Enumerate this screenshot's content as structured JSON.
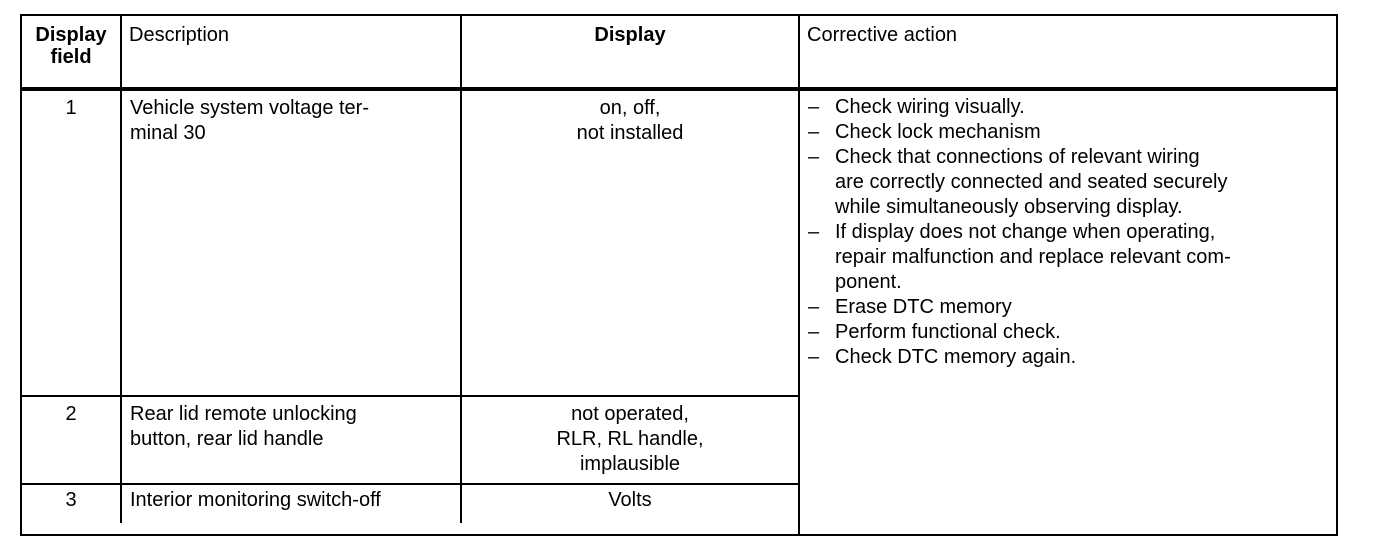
{
  "table": {
    "headers": {
      "display_field": "Display\nfield",
      "display_field_line1": "Display",
      "display_field_line2": "field",
      "description": "Description",
      "display": "Display",
      "corrective_action": "Corrective action"
    },
    "rows": [
      {
        "field": "1",
        "description_lines": [
          "Vehicle system voltage ter-",
          "minal 30"
        ],
        "display_lines": [
          "on, off,",
          "not installed"
        ]
      },
      {
        "field": "2",
        "description_lines": [
          "Rear lid remote unlocking",
          "button, rear lid handle"
        ],
        "display_lines": [
          "not operated,",
          "RLR, RL handle,",
          "implausible"
        ]
      },
      {
        "field": "3",
        "description_lines": [
          "Interior monitoring switch-off"
        ],
        "display_lines": [
          "Volts"
        ]
      }
    ],
    "corrective_action": {
      "bullet_marker": "–",
      "items": [
        [
          "Check wiring visually."
        ],
        [
          "Check lock mechanism"
        ],
        [
          "Check that connections of relevant wiring",
          "are correctly connected and seated securely",
          "while simultaneously observing display."
        ],
        [
          "If display does not change when operating,",
          "repair malfunction and replace relevant com-",
          "ponent."
        ],
        [
          "Erase DTC memory"
        ],
        [
          "Perform functional check."
        ],
        [
          "Check DTC memory again."
        ]
      ]
    }
  },
  "colors": {
    "ink": "#000000",
    "paper": "#ffffff"
  }
}
